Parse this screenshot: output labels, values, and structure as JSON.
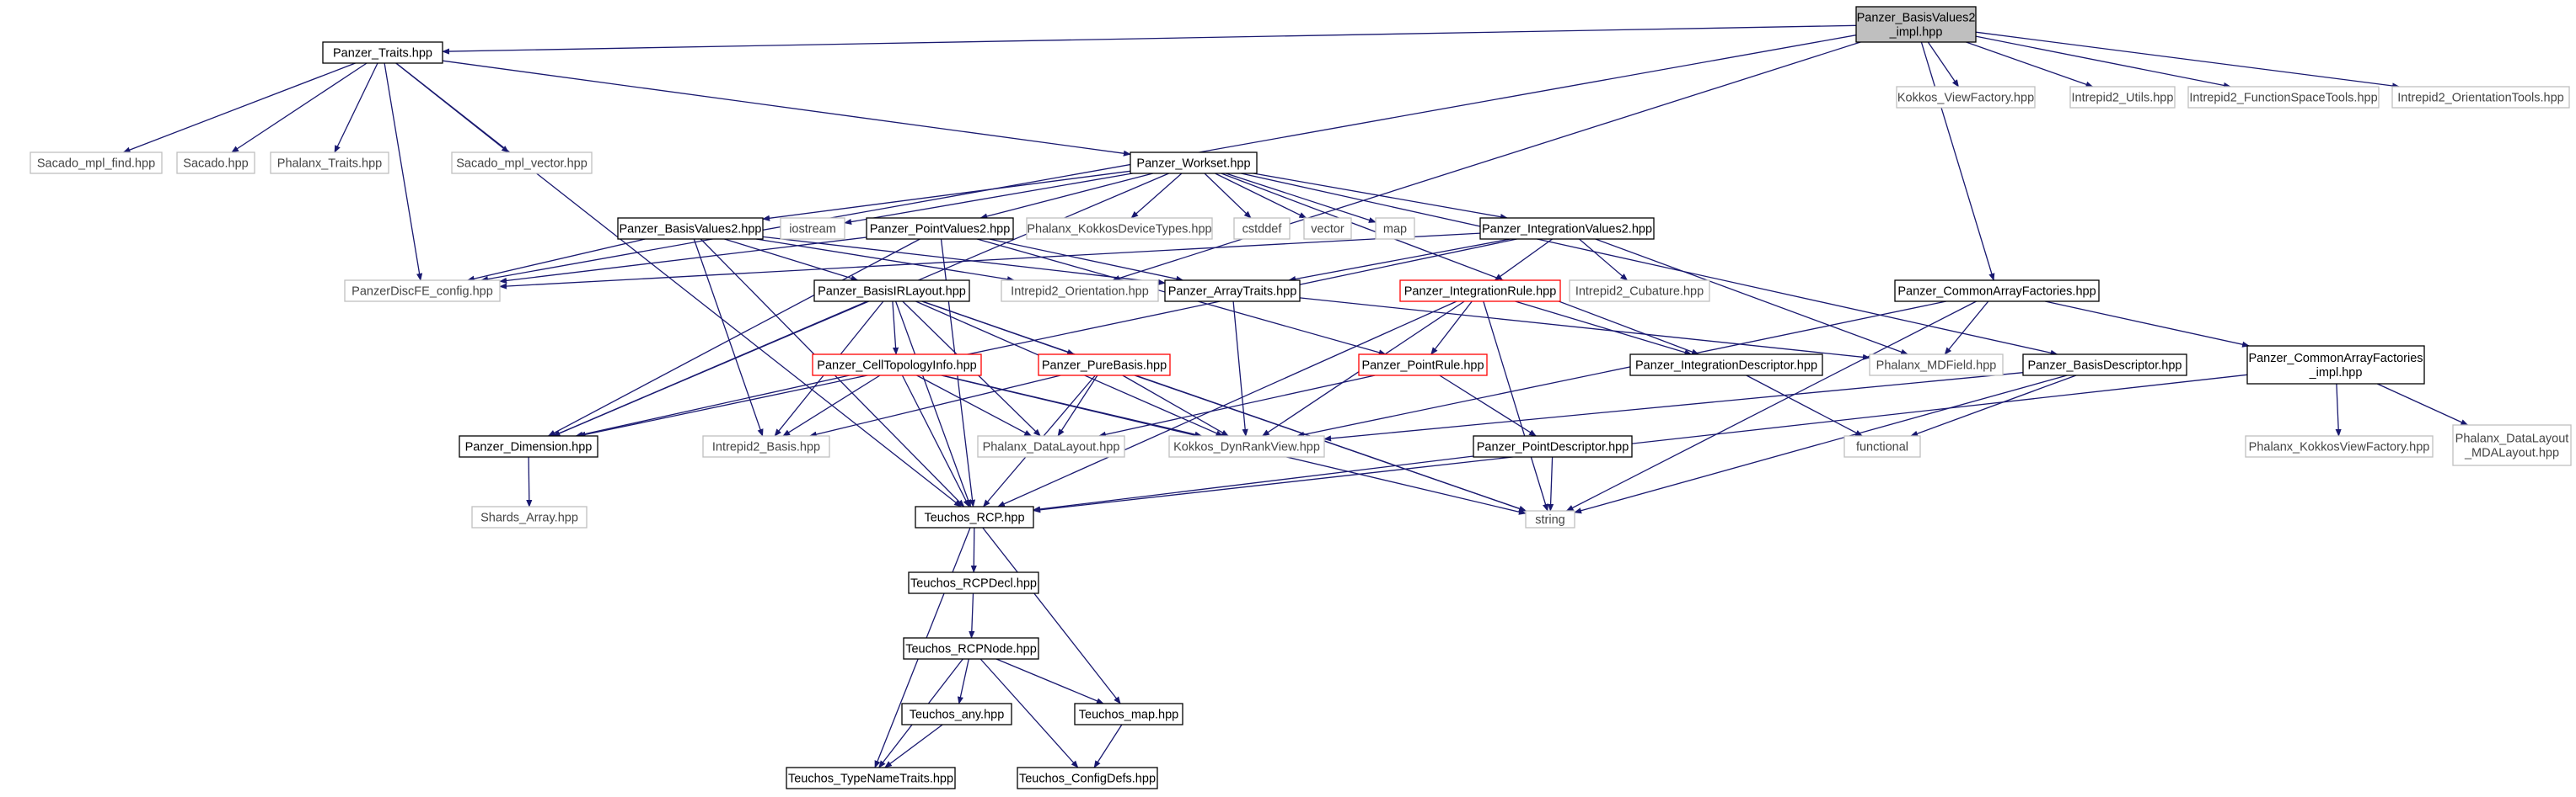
{
  "graph": {
    "colors": {
      "edge": "#191970",
      "box_default_stroke": "#000000",
      "box_gray_stroke": "#bfbfbf",
      "box_red_stroke": "#ff0000",
      "root_fill": "#bfbfbf",
      "box_fill": "#ffffff"
    },
    "nodes": [
      {
        "id": "basisvalues2_impl",
        "lines": [
          "Panzer_BasisValues2",
          "_impl.hpp"
        ],
        "style": "root"
      },
      {
        "id": "traits",
        "lines": [
          "Panzer_Traits.hpp"
        ],
        "style": "default"
      },
      {
        "id": "kokkos_viewfactory",
        "lines": [
          "Kokkos_ViewFactory.hpp"
        ],
        "style": "gray"
      },
      {
        "id": "intrepid2_utils",
        "lines": [
          "Intrepid2_Utils.hpp"
        ],
        "style": "gray"
      },
      {
        "id": "intrepid2_functionspacetools",
        "lines": [
          "Intrepid2_FunctionSpaceTools.hpp"
        ],
        "style": "gray"
      },
      {
        "id": "intrepid2_orientationtools",
        "lines": [
          "Intrepid2_OrientationTools.hpp"
        ],
        "style": "gray"
      },
      {
        "id": "sacado_mpl_find",
        "lines": [
          "Sacado_mpl_find.hpp"
        ],
        "style": "gray"
      },
      {
        "id": "sacado",
        "lines": [
          "Sacado.hpp"
        ],
        "style": "gray"
      },
      {
        "id": "phalanx_traits",
        "lines": [
          "Phalanx_Traits.hpp"
        ],
        "style": "gray"
      },
      {
        "id": "sacado_mpl_vector",
        "lines": [
          "Sacado_mpl_vector.hpp"
        ],
        "style": "gray"
      },
      {
        "id": "workset",
        "lines": [
          "Panzer_Workset.hpp"
        ],
        "style": "default"
      },
      {
        "id": "basisvalues2",
        "lines": [
          "Panzer_BasisValues2.hpp"
        ],
        "style": "default"
      },
      {
        "id": "iostream",
        "lines": [
          "iostream"
        ],
        "style": "gray"
      },
      {
        "id": "pointvalues2",
        "lines": [
          "Panzer_PointValues2.hpp"
        ],
        "style": "default"
      },
      {
        "id": "phalanx_kokkosdevicetypes",
        "lines": [
          "Phalanx_KokkosDeviceTypes.hpp"
        ],
        "style": "gray"
      },
      {
        "id": "cstddef",
        "lines": [
          "cstddef"
        ],
        "style": "gray"
      },
      {
        "id": "vector",
        "lines": [
          "vector"
        ],
        "style": "gray"
      },
      {
        "id": "map",
        "lines": [
          "map"
        ],
        "style": "gray"
      },
      {
        "id": "integrationvalues2",
        "lines": [
          "Panzer_IntegrationValues2.hpp"
        ],
        "style": "default"
      },
      {
        "id": "panzerdiscfe_config",
        "lines": [
          "PanzerDiscFE_config.hpp"
        ],
        "style": "gray"
      },
      {
        "id": "basisirlayout",
        "lines": [
          "Panzer_BasisIRLayout.hpp"
        ],
        "style": "default"
      },
      {
        "id": "intrepid2_orientation",
        "lines": [
          "Intrepid2_Orientation.hpp"
        ],
        "style": "gray"
      },
      {
        "id": "arraytraits",
        "lines": [
          "Panzer_ArrayTraits.hpp"
        ],
        "style": "default"
      },
      {
        "id": "integrationrule",
        "lines": [
          "Panzer_IntegrationRule.hpp"
        ],
        "style": "red"
      },
      {
        "id": "intrepid2_cubature",
        "lines": [
          "Intrepid2_Cubature.hpp"
        ],
        "style": "gray"
      },
      {
        "id": "commonarrayfactories",
        "lines": [
          "Panzer_CommonArrayFactories.hpp"
        ],
        "style": "default"
      },
      {
        "id": "celltopologyinfo",
        "lines": [
          "Panzer_CellTopologyInfo.hpp"
        ],
        "style": "red"
      },
      {
        "id": "purebasis",
        "lines": [
          "Panzer_PureBasis.hpp"
        ],
        "style": "red"
      },
      {
        "id": "pointrule",
        "lines": [
          "Panzer_PointRule.hpp"
        ],
        "style": "red"
      },
      {
        "id": "integrationdescriptor",
        "lines": [
          "Panzer_IntegrationDescriptor.hpp"
        ],
        "style": "default"
      },
      {
        "id": "phalanx_mdfield",
        "lines": [
          "Phalanx_MDField.hpp"
        ],
        "style": "gray"
      },
      {
        "id": "basisdescriptor",
        "lines": [
          "Panzer_BasisDescriptor.hpp"
        ],
        "style": "default"
      },
      {
        "id": "commonarrayfactories_impl",
        "lines": [
          "Panzer_CommonArrayFactories",
          "_impl.hpp"
        ],
        "style": "default"
      },
      {
        "id": "dimension",
        "lines": [
          "Panzer_Dimension.hpp"
        ],
        "style": "default"
      },
      {
        "id": "intrepid2_basis",
        "lines": [
          "Intrepid2_Basis.hpp"
        ],
        "style": "gray"
      },
      {
        "id": "phalanx_datalayout",
        "lines": [
          "Phalanx_DataLayout.hpp"
        ],
        "style": "gray"
      },
      {
        "id": "kokkos_dynrankview",
        "lines": [
          "Kokkos_DynRankView.hpp"
        ],
        "style": "gray"
      },
      {
        "id": "pointdescriptor",
        "lines": [
          "Panzer_PointDescriptor.hpp"
        ],
        "style": "default"
      },
      {
        "id": "functional",
        "lines": [
          "functional"
        ],
        "style": "gray"
      },
      {
        "id": "phalanx_kokkosviewfactory",
        "lines": [
          "Phalanx_KokkosViewFactory.hpp"
        ],
        "style": "gray"
      },
      {
        "id": "phalanx_datalayout_mdalayout",
        "lines": [
          "Phalanx_DataLayout",
          "_MDALayout.hpp"
        ],
        "style": "gray"
      },
      {
        "id": "shards_array",
        "lines": [
          "Shards_Array.hpp"
        ],
        "style": "gray"
      },
      {
        "id": "teuchos_rcp",
        "lines": [
          "Teuchos_RCP.hpp"
        ],
        "style": "default"
      },
      {
        "id": "string",
        "lines": [
          "string"
        ],
        "style": "gray"
      },
      {
        "id": "teuchos_rcpdecl",
        "lines": [
          "Teuchos_RCPDecl.hpp"
        ],
        "style": "default"
      },
      {
        "id": "teuchos_rcpnode",
        "lines": [
          "Teuchos_RCPNode.hpp"
        ],
        "style": "default"
      },
      {
        "id": "teuchos_any",
        "lines": [
          "Teuchos_any.hpp"
        ],
        "style": "default"
      },
      {
        "id": "teuchos_map",
        "lines": [
          "Teuchos_map.hpp"
        ],
        "style": "default"
      },
      {
        "id": "teuchos_typenametraits",
        "lines": [
          "Teuchos_TypeNameTraits.hpp"
        ],
        "style": "default"
      },
      {
        "id": "teuchos_configdefs",
        "lines": [
          "Teuchos_ConfigDefs.hpp"
        ],
        "style": "default"
      }
    ],
    "edges": [
      [
        "basisvalues2_impl",
        "traits"
      ],
      [
        "basisvalues2_impl",
        "kokkos_viewfactory"
      ],
      [
        "basisvalues2_impl",
        "intrepid2_utils"
      ],
      [
        "basisvalues2_impl",
        "intrepid2_functionspacetools"
      ],
      [
        "basisvalues2_impl",
        "intrepid2_orientationtools"
      ],
      [
        "basisvalues2_impl",
        "commonarrayfactories"
      ],
      [
        "basisvalues2_impl",
        "panzerdiscfe_config"
      ],
      [
        "basisvalues2_impl",
        "intrepid2_orientation"
      ],
      [
        "traits",
        "sacado_mpl_find"
      ],
      [
        "traits",
        "sacado"
      ],
      [
        "traits",
        "phalanx_traits"
      ],
      [
        "traits",
        "sacado_mpl_vector"
      ],
      [
        "traits",
        "workset"
      ],
      [
        "traits",
        "panzerdiscfe_config"
      ],
      [
        "traits",
        "teuchos_rcp"
      ],
      [
        "workset",
        "basisvalues2"
      ],
      [
        "workset",
        "iostream"
      ],
      [
        "workset",
        "pointvalues2"
      ],
      [
        "workset",
        "phalanx_kokkosdevicetypes"
      ],
      [
        "workset",
        "cstddef"
      ],
      [
        "workset",
        "vector"
      ],
      [
        "workset",
        "map"
      ],
      [
        "workset",
        "integrationvalues2"
      ],
      [
        "workset",
        "dimension"
      ],
      [
        "workset",
        "integrationdescriptor"
      ],
      [
        "workset",
        "basisdescriptor"
      ],
      [
        "basisvalues2",
        "panzerdiscfe_config"
      ],
      [
        "basisvalues2",
        "basisirlayout"
      ],
      [
        "basisvalues2",
        "intrepid2_orientation"
      ],
      [
        "basisvalues2",
        "arraytraits"
      ],
      [
        "basisvalues2",
        "intrepid2_basis"
      ],
      [
        "basisvalues2",
        "teuchos_rcp"
      ],
      [
        "pointvalues2",
        "panzerdiscfe_config"
      ],
      [
        "pointvalues2",
        "arraytraits"
      ],
      [
        "pointvalues2",
        "pointrule"
      ],
      [
        "pointvalues2",
        "dimension"
      ],
      [
        "pointvalues2",
        "teuchos_rcp"
      ],
      [
        "integrationvalues2",
        "panzerdiscfe_config"
      ],
      [
        "integrationvalues2",
        "arraytraits"
      ],
      [
        "integrationvalues2",
        "integrationrule"
      ],
      [
        "integrationvalues2",
        "intrepid2_cubature"
      ],
      [
        "integrationvalues2",
        "phalanx_mdfield"
      ],
      [
        "integrationvalues2",
        "dimension"
      ],
      [
        "basisirlayout",
        "celltopologyinfo"
      ],
      [
        "basisirlayout",
        "purebasis"
      ],
      [
        "basisirlayout",
        "dimension"
      ],
      [
        "basisirlayout",
        "intrepid2_basis"
      ],
      [
        "basisirlayout",
        "phalanx_datalayout"
      ],
      [
        "basisirlayout",
        "kokkos_dynrankview"
      ],
      [
        "basisirlayout",
        "teuchos_rcp"
      ],
      [
        "basisirlayout",
        "string"
      ],
      [
        "arraytraits",
        "kokkos_dynrankview"
      ],
      [
        "arraytraits",
        "phalanx_mdfield"
      ],
      [
        "integrationrule",
        "pointrule"
      ],
      [
        "integrationrule",
        "integrationdescriptor"
      ],
      [
        "integrationrule",
        "kokkos_dynrankview"
      ],
      [
        "integrationrule",
        "teuchos_rcp"
      ],
      [
        "integrationrule",
        "string"
      ],
      [
        "commonarrayfactories",
        "phalanx_mdfield"
      ],
      [
        "commonarrayfactories",
        "kokkos_dynrankview"
      ],
      [
        "commonarrayfactories",
        "commonarrayfactories_impl"
      ],
      [
        "commonarrayfactories",
        "string"
      ],
      [
        "celltopologyinfo",
        "dimension"
      ],
      [
        "celltopologyinfo",
        "intrepid2_basis"
      ],
      [
        "celltopologyinfo",
        "phalanx_datalayout"
      ],
      [
        "celltopologyinfo",
        "kokkos_dynrankview"
      ],
      [
        "celltopologyinfo",
        "teuchos_rcp"
      ],
      [
        "celltopologyinfo",
        "string"
      ],
      [
        "purebasis",
        "intrepid2_basis"
      ],
      [
        "purebasis",
        "phalanx_datalayout"
      ],
      [
        "purebasis",
        "kokkos_dynrankview"
      ],
      [
        "purebasis",
        "teuchos_rcp"
      ],
      [
        "purebasis",
        "string"
      ],
      [
        "pointrule",
        "phalanx_datalayout"
      ],
      [
        "pointrule",
        "pointdescriptor"
      ],
      [
        "integrationdescriptor",
        "functional"
      ],
      [
        "basisdescriptor",
        "kokkos_dynrankview"
      ],
      [
        "basisdescriptor",
        "functional"
      ],
      [
        "basisdescriptor",
        "string"
      ],
      [
        "commonarrayfactories_impl",
        "phalanx_kokkosviewfactory"
      ],
      [
        "commonarrayfactories_impl",
        "phalanx_datalayout_mdalayout"
      ],
      [
        "commonarrayfactories_impl",
        "teuchos_rcp"
      ],
      [
        "dimension",
        "shards_array"
      ],
      [
        "pointdescriptor",
        "teuchos_rcp"
      ],
      [
        "pointdescriptor",
        "string"
      ],
      [
        "teuchos_rcp",
        "teuchos_rcpdecl"
      ],
      [
        "teuchos_rcp",
        "teuchos_map"
      ],
      [
        "teuchos_rcp",
        "teuchos_typenametraits"
      ],
      [
        "teuchos_rcpdecl",
        "teuchos_rcpnode"
      ],
      [
        "teuchos_rcpnode",
        "teuchos_any"
      ],
      [
        "teuchos_rcpnode",
        "teuchos_map"
      ],
      [
        "teuchos_rcpnode",
        "teuchos_typenametraits"
      ],
      [
        "teuchos_rcpnode",
        "teuchos_configdefs"
      ],
      [
        "teuchos_any",
        "teuchos_typenametraits"
      ],
      [
        "teuchos_map",
        "teuchos_configdefs"
      ]
    ]
  }
}
